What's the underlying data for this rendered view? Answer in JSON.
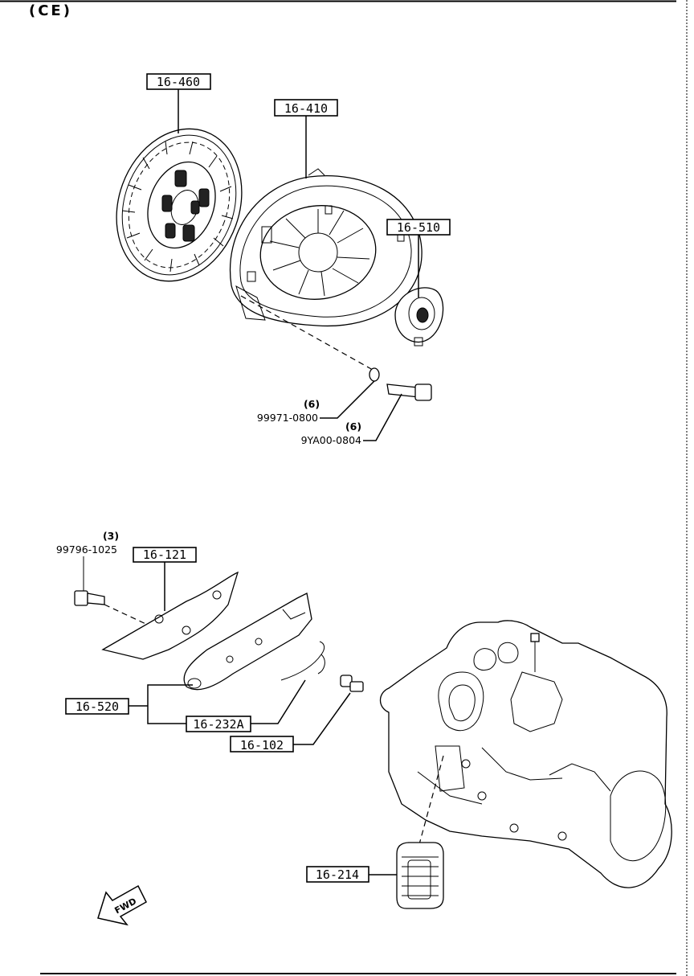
{
  "header": {
    "title": "(CE)"
  },
  "callouts": {
    "clutch_disc": "16-460",
    "clutch_cover": "16-410",
    "release_bearing": "16-510",
    "gasket": "16-121",
    "release_fork": "16-520",
    "spring": "16-232A",
    "pivot": "16-102",
    "boot": "16-214"
  },
  "fasteners": {
    "washer": {
      "part": "99971-0800",
      "qty": "(6)"
    },
    "cover_bolt": {
      "part": "9YA00-0804",
      "qty": "(6)"
    },
    "gasket_bolt": {
      "part": "99796-1025",
      "qty": "(3)"
    }
  },
  "fwd_arrow": {
    "label": "FWD"
  }
}
